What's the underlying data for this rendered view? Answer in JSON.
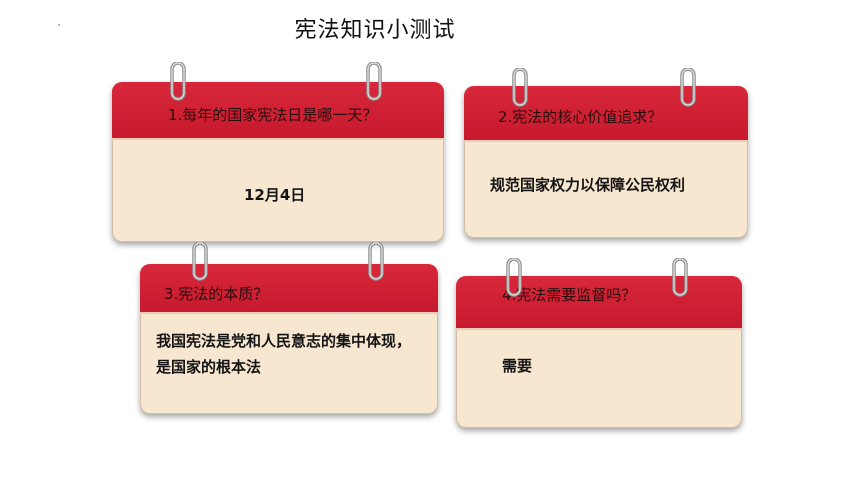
{
  "page": {
    "title": "宪法知识小测试"
  },
  "cards": [
    {
      "question": "1.每年的国家宪法日是哪一天？",
      "answer": "12月4日"
    },
    {
      "question": "2.宪法的核心价值追求？",
      "answer": "规范国家权力以保障公民权利"
    },
    {
      "question": "3.宪法的本质？",
      "answer": "我国宪法是党和人民意志的集中体现，是国家的根本法"
    },
    {
      "question": "4.宪法需要监督吗？",
      "answer": "需要"
    }
  ],
  "colors": {
    "header_red": "#d8273a",
    "card_body": "#f7e7d0"
  },
  "icons": [
    "binder-ring-icon"
  ]
}
